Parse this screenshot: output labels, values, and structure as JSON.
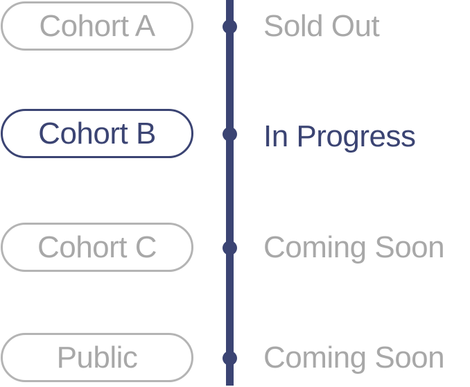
{
  "timeline": {
    "items": [
      {
        "label": "Cohort A",
        "status": "Sold Out",
        "active": false
      },
      {
        "label": "Cohort B",
        "status": "In Progress",
        "active": true
      },
      {
        "label": "Cohort C",
        "status": "Coming Soon",
        "active": false
      },
      {
        "label": "Public",
        "status": "Coming Soon",
        "active": false
      }
    ]
  },
  "colors": {
    "accent": "#3b4473",
    "inactive_text": "#a8a8a8",
    "inactive_border": "#b4b4b4"
  }
}
